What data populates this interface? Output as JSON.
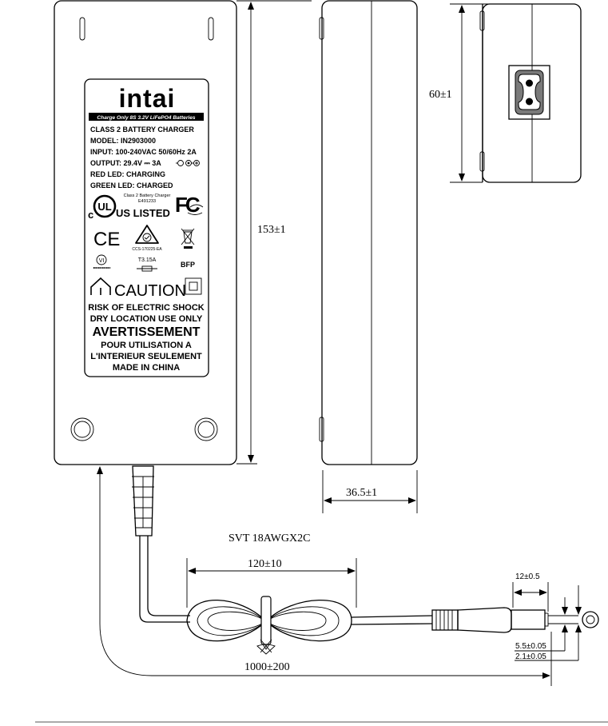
{
  "dimensions": {
    "height": "153±1",
    "depth": "36.5±1",
    "socket_height": "60±1",
    "coil_length": "120±10",
    "cable_length": "1000±200",
    "plug_length": "12±0.5",
    "plug_outer_dia": "5.5±0.05",
    "plug_inner_dia": "2.1±0.05"
  },
  "cable_spec": "SVT 18AWGX2C",
  "label": {
    "brand": "intai",
    "banner": "Charge Only 8S 3.2V LiFePO4 Batteries",
    "lines": [
      "CLASS 2 BATTERY CHARGER",
      "MODEL: IN2903000",
      "INPUT: 100-240VAC 50/60Hz  2A",
      "OUTPUT: 29.4V ⎓ 3A",
      "RED LED: CHARGING",
      "GREEN LED: CHARGED"
    ],
    "ul_prefix": "c",
    "ul_mark": "UL",
    "ul_suffix": "US LISTED",
    "ul_note_1": "Class 2 Battery Charger",
    "ul_note_2": "E491233",
    "fcc": "FC",
    "ce": "CE",
    "rcm_code": "CCS-170225-EA",
    "vi": "VI",
    "fuse": "T3.15A",
    "bfp": "BFP",
    "caution": "CAUTION",
    "warnings": [
      "RISK OF ELECTRIC SHOCK",
      "DRY LOCATION USE ONLY"
    ],
    "avert": "AVERTISSEMENT",
    "fr_lines": [
      "POUR UTILISATION A",
      "L'INTERIEUR SEULEMENT",
      "MADE IN CHINA"
    ]
  },
  "icons": [
    "ul-logo-icon",
    "fcc-logo-icon",
    "ce-mark-icon",
    "rcm-mark-icon",
    "weee-bin-icon",
    "vi-efficiency-icon",
    "fuse-icon",
    "polarity-icon",
    "home-icon",
    "double-insulation-icon"
  ]
}
